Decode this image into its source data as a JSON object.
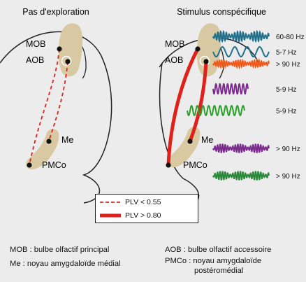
{
  "panels": {
    "left": {
      "title": "Pas d'exploration"
    },
    "right": {
      "title": "Stimulus conspécifique"
    }
  },
  "regions": {
    "mob": "MOB",
    "aob": "AOB",
    "me": "Me",
    "pmco": "PMCo"
  },
  "oscillations": [
    {
      "label": "60-80 Hz",
      "color": "#1f6f8b"
    },
    {
      "label": "5-7 Hz",
      "color": "#1f6f8b"
    },
    {
      "label": "> 90 Hz",
      "color": "#f05a1a"
    },
    {
      "label": "5-9 Hz",
      "color": "#7b2d8e"
    },
    {
      "label": "5-9 Hz",
      "color": "#2aa02a"
    },
    {
      "label": "> 90 Hz",
      "color": "#7b2d8e"
    },
    {
      "label": "> 90 Hz",
      "color": "#2a8a3a"
    }
  ],
  "legend": {
    "weak_label": "PLV < 0.55",
    "strong_label": "PLV > 0.80"
  },
  "captions": {
    "mob": "MOB : bulbe olfactif principal",
    "aob": "AOB : bulbe olfactif accessoire",
    "me": "Me : noyau amygdaloïde médial",
    "pmco_line1": "PMCo : noyau amygdaloïde",
    "pmco_line2": "postéromédial"
  },
  "colors": {
    "tissue": "#d9c9a3",
    "connection": "#e0201b",
    "outline": "#222222"
  }
}
